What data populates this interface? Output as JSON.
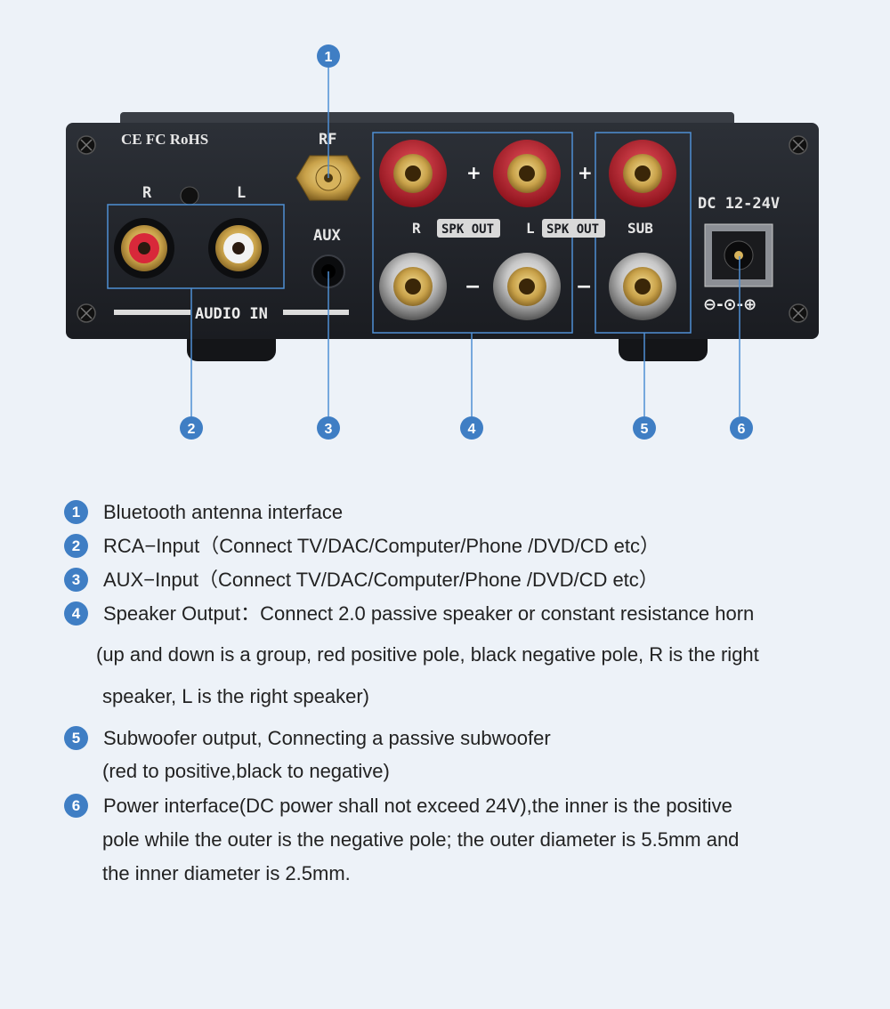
{
  "panel": {
    "cert_marks": "CE FC RoHS",
    "rca_r": "R",
    "rca_l": "L",
    "audio_in": "AUDIO IN",
    "rf": "RF",
    "aux": "AUX",
    "plus": "+",
    "minus": "−",
    "spk_r": "R",
    "spk_l": "L",
    "spk_out": "SPK OUT",
    "sub": "SUB",
    "dc": "DC 12-24V",
    "polarity": "⊖-⊙-⊕"
  },
  "callouts": [
    "1",
    "2",
    "3",
    "4",
    "5",
    "6"
  ],
  "legend": [
    {
      "num": "1",
      "lines": [
        "Bluetooth antenna interface"
      ]
    },
    {
      "num": "2",
      "lines": [
        "RCA−Input（Connect TV/DAC/Computer/Phone /DVD/CD etc）"
      ]
    },
    {
      "num": "3",
      "lines": [
        "AUX−Input（Connect TV/DAC/Computer/Phone /DVD/CD etc）"
      ]
    },
    {
      "num": "4",
      "lines": [
        "Speaker Output：Connect 2.0 passive speaker or constant resistance horn",
        "(up and down is a group, red positive pole, black negative pole, R is the right",
        "speaker, L is the right speaker)"
      ]
    },
    {
      "num": "5",
      "lines": [
        "Subwoofer output, Connecting a passive subwoofer",
        "(red to positive,black to negative)"
      ]
    },
    {
      "num": "6",
      "lines": [
        "Power interface(DC power shall not exceed 24V),the inner is the positive",
        "pole while the outer is the negative pole; the outer diameter is 5.5mm and",
        "the inner diameter is 2.5mm."
      ]
    }
  ],
  "colors": {
    "accent": "#3f7ec4",
    "panel": "#22252b",
    "red_terminal": "#c41f2c",
    "gold": "#c9a24a"
  }
}
